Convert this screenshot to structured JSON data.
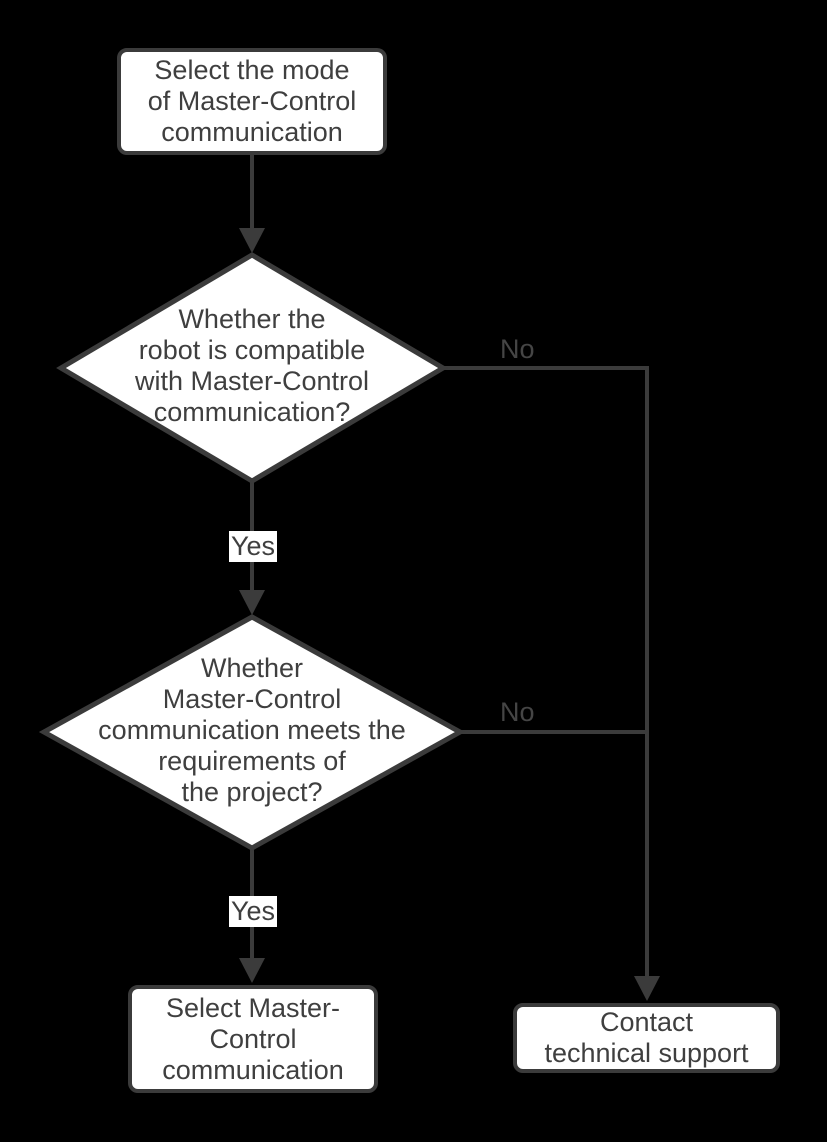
{
  "colors": {
    "background": "#000000",
    "line": "#3b3b3b",
    "node_fill": "#ffffff",
    "node_border": "#3b3b3b",
    "text": "#3f3f3f"
  },
  "flowchart": {
    "start": {
      "label": "Select the mode\nof Master-Control\ncommunication"
    },
    "decision_compatible": {
      "label": "Whether the\nrobot is compatible\nwith Master-Control\ncommunication?"
    },
    "decision_requirements": {
      "label": "Whether\nMaster-Control\ncommunication meets the\nrequirements of\nthe project?"
    },
    "select_master_control": {
      "label": "Select Master-\nControl\ncommunication"
    },
    "contact_support": {
      "label": "Contact\ntechnical support"
    },
    "edges": {
      "compatible_no": "No",
      "compatible_yes": "Yes",
      "requirements_no": "No",
      "requirements_yes": "Yes"
    }
  }
}
